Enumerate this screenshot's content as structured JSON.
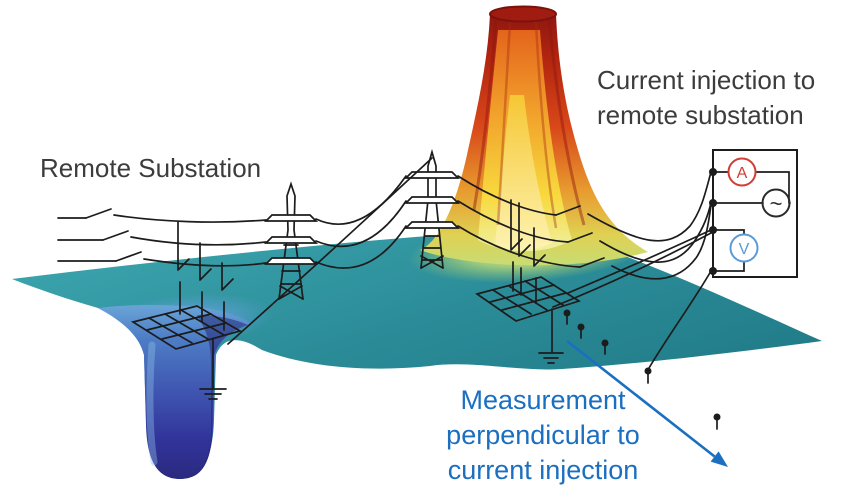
{
  "figure": {
    "labels": {
      "remote_substation": "Remote Substation",
      "current_injection_line1": "Current injection to",
      "current_injection_line2": "remote substation",
      "measurement_line1": "Measurement",
      "measurement_line2": "perpendicular to",
      "measurement_line3": "current injection"
    },
    "circuit": {
      "ammeter_label": "A",
      "ac_source_label": "~",
      "voltmeter_label": "V"
    },
    "colors": {
      "surface_teal": "#2a8b97",
      "depression_blue": "#2b2f8e",
      "peak_red": "#9e1c10",
      "peak_orange": "#dd5a1e",
      "peak_yellow": "#f6d53c",
      "annotation_blue": "#1b6fc0",
      "ammeter_red": "#cf3d36",
      "voltmeter_blue": "#5b9bd5",
      "line_color": "#1c1c1c",
      "label_color": "#3c3c3c"
    }
  }
}
